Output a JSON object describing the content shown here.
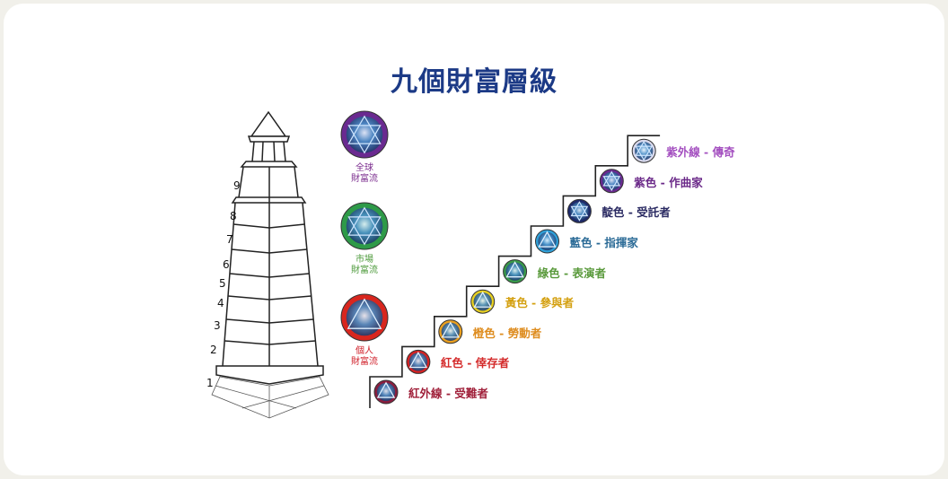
{
  "title": "九個財富層級",
  "tower_numbers": [
    "1",
    "2",
    "3",
    "4",
    "5",
    "6",
    "7",
    "8",
    "9"
  ],
  "flows": [
    {
      "line1": "全球",
      "line2": "財富流",
      "color": "#7b2c8e",
      "fill": "#6a2a90",
      "shape": "star"
    },
    {
      "line1": "市場",
      "line2": "財富流",
      "color": "#4c9a3a",
      "fill": "#2e9a48",
      "shape": "star"
    },
    {
      "line1": "個人",
      "line2": "財富流",
      "color": "#d0202a",
      "fill": "#d8261e",
      "shape": "triangle"
    }
  ],
  "levels": [
    {
      "label": "紅外線 - 受難者",
      "color": "#a0203a",
      "fill": "#8a1e3e",
      "shape": "triangle"
    },
    {
      "label": "紅色 - 倖存者",
      "color": "#d42a2a",
      "fill": "#d42222",
      "shape": "triangle"
    },
    {
      "label": "橙色 - 勞動者",
      "color": "#de8c1e",
      "fill": "#eaa020",
      "shape": "triangle"
    },
    {
      "label": "黃色 - 參與者",
      "color": "#d4a010",
      "fill": "#e8d020",
      "shape": "triangle"
    },
    {
      "label": "綠色 - 表演者",
      "color": "#5a9a3c",
      "fill": "#3a9a4a",
      "shape": "triangle"
    },
    {
      "label": "藍色 - 指揮家",
      "color": "#2a6a96",
      "fill": "#30a0d8",
      "shape": "triangle"
    },
    {
      "label": "靛色 - 受託者",
      "color": "#2a2a62",
      "fill": "#1e2a6a",
      "shape": "star"
    },
    {
      "label": "紫色 - 作曲家",
      "color": "#6a2888",
      "fill": "#6a2a90",
      "shape": "star"
    },
    {
      "label": "紫外線 - 傳奇",
      "color": "#a450c0",
      "fill": "#d8d8ec",
      "shape": "star"
    }
  ]
}
